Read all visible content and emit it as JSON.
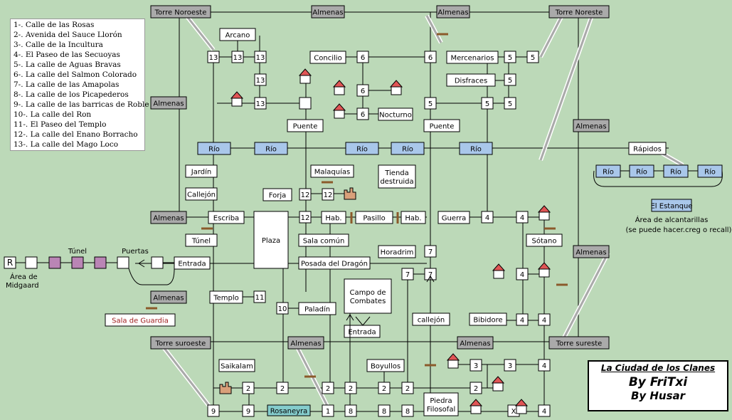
{
  "legend": [
    "1-. Calle de las Rosas",
    "2-. Avenida del Sauce Llorón",
    "3-. Calle de la Incultura",
    "4-. El Paseo de las Secuoyas",
    "5-. La calle de Aguas Bravas",
    "6-. La calle del Salmon Colorado",
    "7-. La calle de las Amapolas",
    "8-. La calle de los Picapederos",
    "9-. La calle de las barricas de Roble",
    "10-. La calle del Ron",
    "11-. El Paseo del Templo",
    "12-. La calle del Enano Borracho",
    "13-. La calle del Mago Loco"
  ],
  "credits": {
    "title": "La Ciudad de los Clanes",
    "author1": "By FriTxi",
    "author2": "By Husar"
  },
  "colors": {
    "background": "#bcd9b8",
    "wall": "#aaaaaa",
    "river": "#a9c7ea",
    "special_room": "#ba85b5",
    "rosaneyra": "#84cccc",
    "guard_text": "#a02020",
    "door": "#8b5a2b",
    "house_roof": "#e05555",
    "fortress": "#d9a07a"
  },
  "labels": {
    "torre_noroeste": "Torre Noroeste",
    "torre_noreste": "Torre Noreste",
    "torre_suroeste": "Torre suroeste",
    "torre_sureste": "Torre sureste",
    "almenas": "Almenas",
    "arcano": "Arcano",
    "concilio": "Concilio",
    "mercenarios": "Mercenarios",
    "disfraces": "Disfraces",
    "nocturno": "Nocturno",
    "puente": "Puente",
    "rio": "Río",
    "rapidos": "Rápidos",
    "estanque": "El Estanque",
    "alcantarillas1": "Área de alcantarillas",
    "alcantarillas2": "(se puede hacer.creg o recall)",
    "jardin": "Jardín",
    "callejon": "Callejón",
    "callejon_lower": "callejón",
    "escriba": "Escriba",
    "tunel": "Túnel",
    "tunel_label": "Túnel",
    "puertas": "Puertas",
    "entrada": "Entrada",
    "area_midgaard1": "Área de",
    "area_midgaard2": "Midgaard",
    "r": "R",
    "plaza": "Plaza",
    "forja": "Forja",
    "malaquias": "Malaquías",
    "tienda1": "Tienda",
    "tienda2": "destruida",
    "hab": "Hab.",
    "pasillo": "Pasillo",
    "guerra": "Guerra",
    "sotano": "Sótano",
    "sala_comun": "Sala común",
    "posada": "Posada del Dragón",
    "horadrim": "Horadrim",
    "templo": "Templo",
    "paladin": "Paladín",
    "campo1": "Campo de",
    "campo2": "Combates",
    "bibidore": "Bibidore",
    "sala_guardia": "Sala de Guardia",
    "saikalam": "Saikalam",
    "boyullos": "Boyullos",
    "rosaneyra": "Rosaneyra",
    "piedra1": "Piedra",
    "piedra2": "Filosofal",
    "x": "X"
  }
}
